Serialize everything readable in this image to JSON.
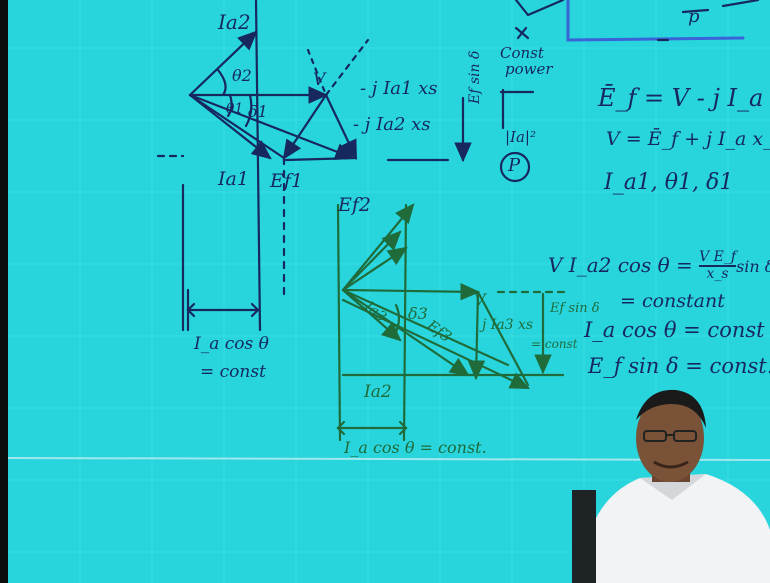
{
  "colors": {
    "board": "#28d5dd",
    "blue_ink": "#16285e",
    "green_ink": "#1f6b3a",
    "frame": "#0b0d0d",
    "highlight": "#3b63d8"
  },
  "top_diagram": {
    "labels": {
      "Ia2": "Ia2",
      "theta2": "θ2",
      "theta1": "θ1",
      "delta1": "δ1",
      "V": "V",
      "jIa1xs": "- j Ia1 xs",
      "jIa2xs": "- j Ia2 xs",
      "Ia1": "Ia1",
      "Ef1": "Ef1",
      "Ef2": "Ef2",
      "Efsind": "Ef sin δ",
      "const_power_1": "Const",
      "const_power_2": "power",
      "Ia_sq": "|Ia|²",
      "P_circle": "P",
      "top_p": "p"
    }
  },
  "equations": {
    "eq1": "Ē_f = V - j I_a x_s",
    "eq2": "V = Ē_f + j I_a x_s",
    "eq3": "I_a1, θ1, δ1",
    "eq4_lhs": "V I_a2 cos θ = ",
    "eq4_num": "V E_f",
    "eq4_den": "x_s",
    "eq4_tail": "sin δ",
    "eq5": "= constant",
    "eq6": "I_a cos θ = const",
    "eq7": "E_f sin δ = const."
  },
  "left_notes": {
    "ia_cos": "I_a cos θ",
    "eq_const": "= const"
  },
  "bottom_diagram": {
    "labels": {
      "Ef2": "Ef2",
      "V": "V",
      "delta3": "δ3",
      "Ef3": "Ef3",
      "Ia3": "Ia3",
      "jIa3xs": "j Ia3 xs",
      "Efsind": "Ef sin δ",
      "eq_const": "= const",
      "Ia2": "Ia2",
      "bottom_note": "I_a cos θ = const."
    }
  }
}
